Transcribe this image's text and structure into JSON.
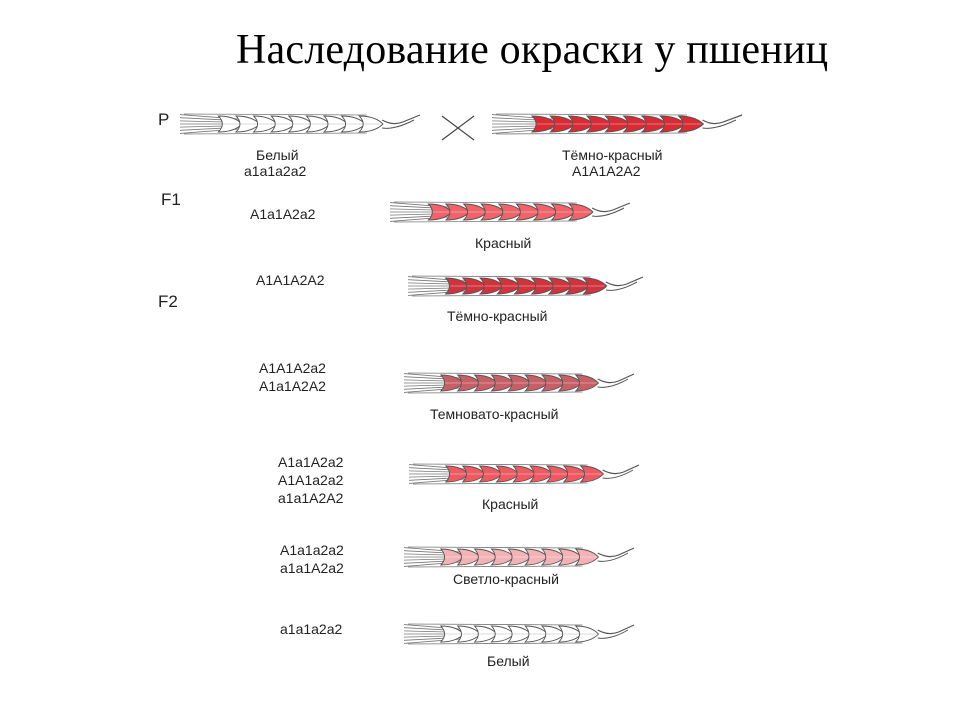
{
  "title": "Наследование окраски у пшениц",
  "generations": {
    "p": "P",
    "f1": "F1",
    "f2": "F2"
  },
  "parents": {
    "white": {
      "label": "Белый",
      "genotype": "a1a1a2a2",
      "fill": "#ffffff"
    },
    "dark_red": {
      "label": "Тёмно-красный",
      "genotype": "A1A1A2A2",
      "fill": "#d92b34"
    }
  },
  "f1": {
    "genotype": "A1a1A2a2",
    "label": "Красный",
    "fill": "#ef6369"
  },
  "f2": [
    {
      "genotypes": [
        "A1A1A2A2"
      ],
      "label": "Тёмно-красный",
      "fill": "#d1333c"
    },
    {
      "genotypes": [
        "A1A1A2a2",
        "A1a1A2A2"
      ],
      "label": "Темновато-красный",
      "fill": "#c75f66"
    },
    {
      "genotypes": [
        "A1a1A2a2",
        "A1A1a2a2",
        "a1a1A2A2"
      ],
      "label": "Красный",
      "fill": "#ee5a62"
    },
    {
      "genotypes": [
        "A1a1a2a2",
        "a1a1A2a2"
      ],
      "label": "Светло-красный",
      "fill": "#f3b3b6"
    },
    {
      "genotypes": [
        "a1a1a2a2"
      ],
      "label": "Белый",
      "fill": "#ffffff"
    }
  ]
}
